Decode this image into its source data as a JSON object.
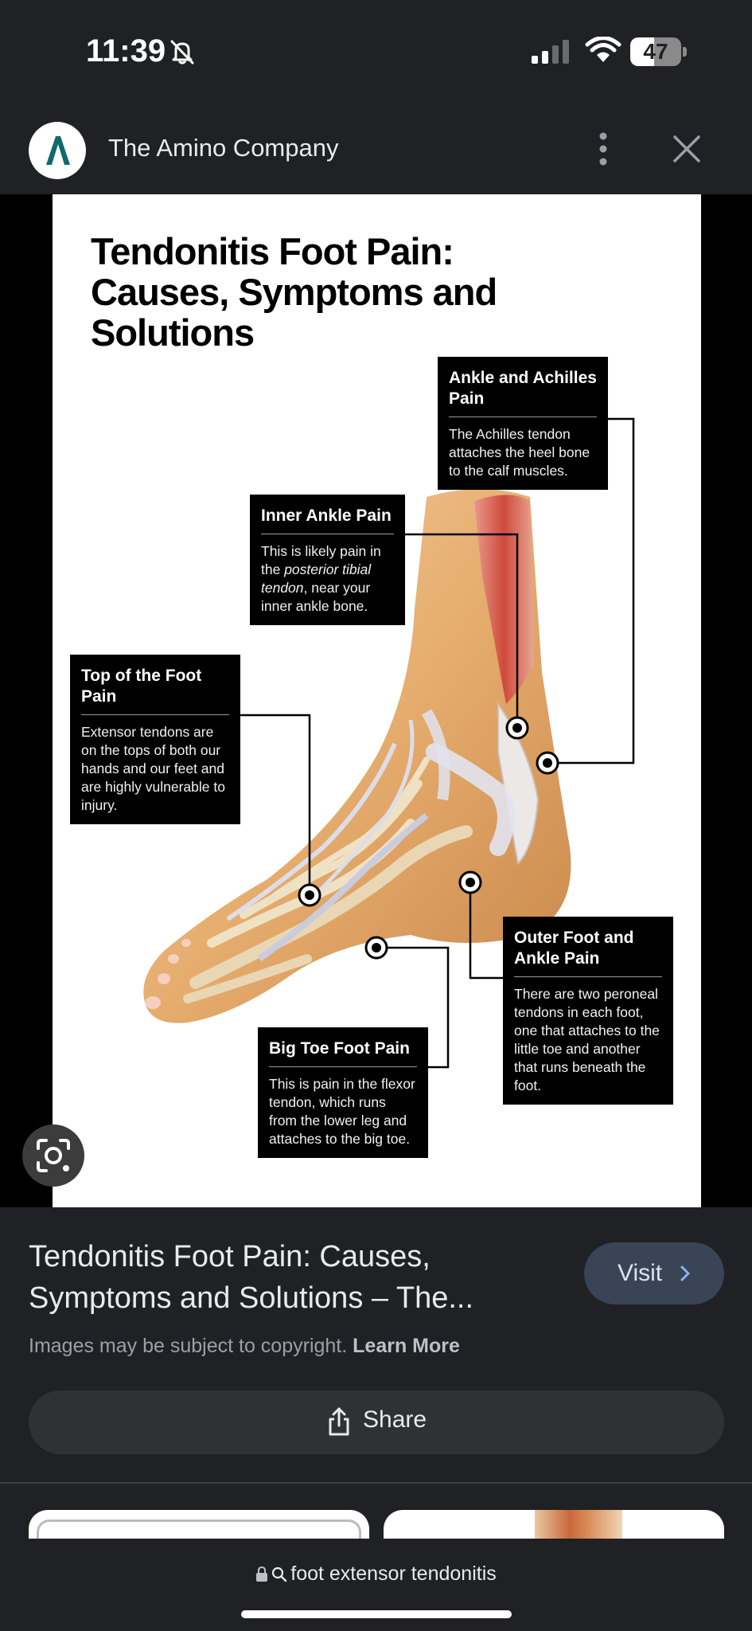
{
  "status_bar": {
    "time": "11:39",
    "battery_level": "47",
    "battery_fraction": 0.47
  },
  "source": {
    "name": "The Amino Company",
    "logo_letter": "Λ"
  },
  "infographic": {
    "title": "Tendonitis Foot Pain: Causes, Symptoms and Solutions",
    "callouts": {
      "achilles": {
        "heading": "Ankle and Achilles Pain",
        "body": "The Achilles tendon attaches the heel bone to the calf muscles."
      },
      "inner_ankle": {
        "heading": "Inner Ankle Pain",
        "body_before": "This is likely pain in the ",
        "body_italic": "posterior tibial tendon",
        "body_after": ", near your inner ankle bone."
      },
      "top_foot": {
        "heading": "Top of the Foot Pain",
        "body": "Extensor tendons are on the tops of both our hands and our feet and are highly vulnerable to injury."
      },
      "outer_foot": {
        "heading": "Outer Foot and Ankle Pain",
        "body": "There are two peroneal tendons in each foot, one that attaches to the little toe and another that runs beneath the foot."
      },
      "big_toe": {
        "heading": "Big Toe Foot Pain",
        "body": "This is pain in the flexor tendon, which runs from the lower leg and attaches to the big toe."
      }
    }
  },
  "result": {
    "title": "Tendonitis Foot Pain: Causes, Symptoms and Solutions – The...",
    "visit_label": "Visit",
    "copyright_text": "Images may be subject to copyright.",
    "learn_more_label": "Learn More",
    "share_label": "Share"
  },
  "bottom_bar": {
    "query": "foot extensor tendonitis"
  },
  "colors": {
    "background": "#202124",
    "visit_button": "#394457",
    "share_button": "#303134",
    "logo_teal": "#0f6b6b"
  }
}
